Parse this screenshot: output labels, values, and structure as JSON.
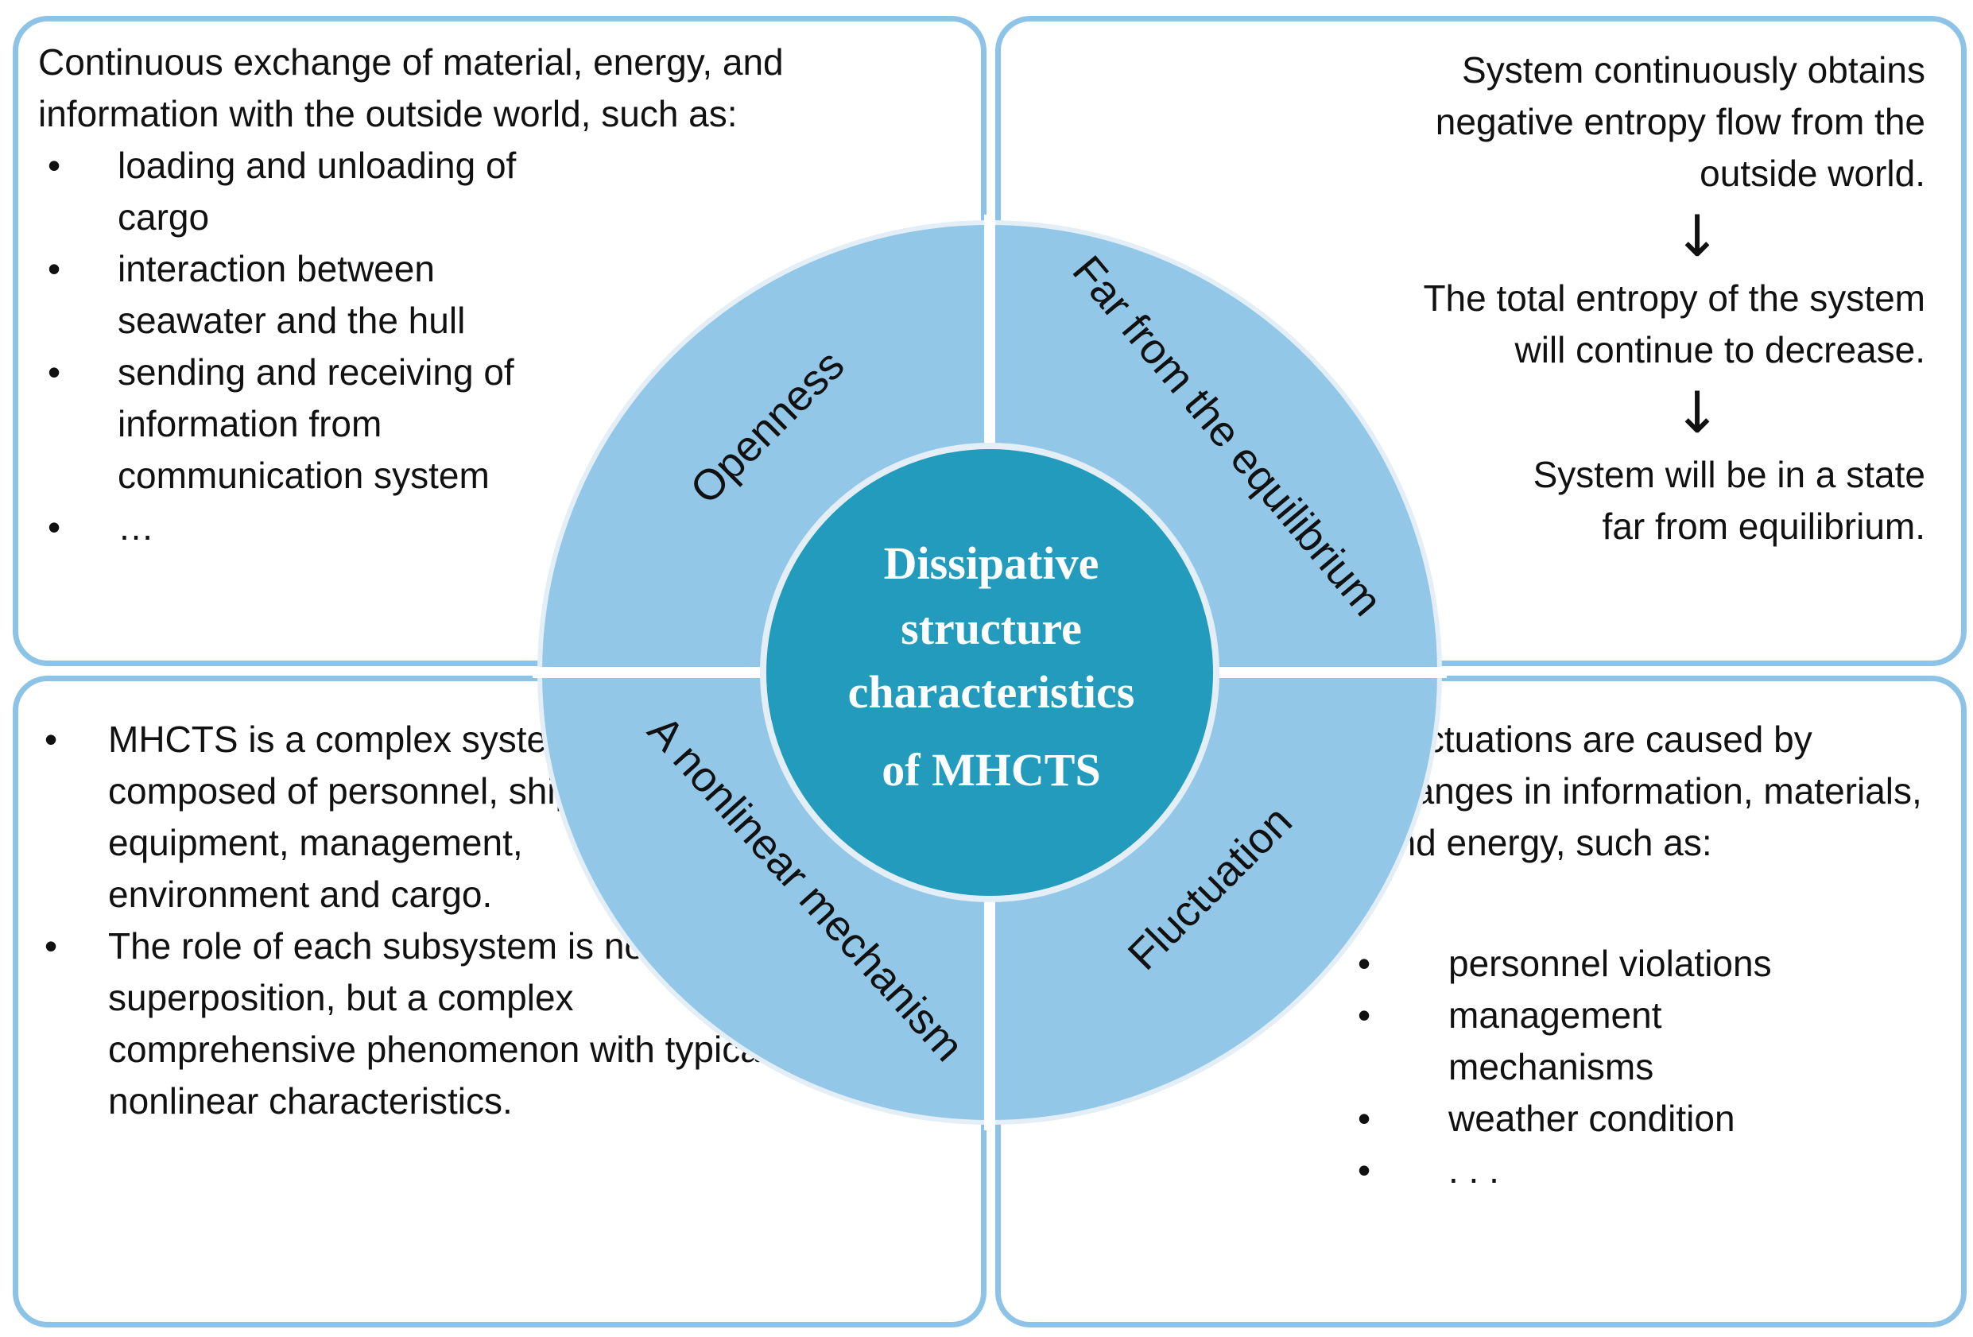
{
  "colors": {
    "panel_border": "#8dc3e6",
    "ring_fill": "#92c7e8",
    "center_fill": "#229bbd",
    "divider": "#ffffff",
    "center_text": "#ffffff"
  },
  "center": {
    "lines": [
      "Dissipative",
      "structure",
      "characteristics",
      "of MHCTS"
    ]
  },
  "ring": {
    "openness": "Openness",
    "far_from_equilibrium": "Far from the equilibrium",
    "nonlinear_mechanism": "A nonlinear mechanism",
    "fluctuation": "Fluctuation"
  },
  "top_left": {
    "intro": "Continuous exchange of material, energy, and information with the outside world, such as:",
    "bullets": [
      "loading and unloading of cargo",
      "interaction between seawater and the hull",
      "sending and receiving of information from communication system",
      "…"
    ]
  },
  "top_right": {
    "statement1": "System continuously obtains negative entropy flow from the outside world.",
    "statement2": "The total entropy of the system will continue to decrease.",
    "statement3": "System will be in a state far from equilibrium.",
    "arrow_icon": "down-arrow-icon"
  },
  "bottom_left": {
    "bullets": [
      "MHCTS is a complex system composed of personnel, ship equipment, management, environment and cargo.",
      "The role of each subsystem is not a simple superposition, but a complex comprehensive phenomenon with typical nonlinear characteristics."
    ]
  },
  "bottom_right": {
    "intro": "Fluctuations are caused by changes in information, materials, and energy, such as:",
    "bullets": [
      "personnel violations",
      "management mechanisms",
      "weather condition",
      ". . ."
    ]
  },
  "bullet_symbol": "•"
}
